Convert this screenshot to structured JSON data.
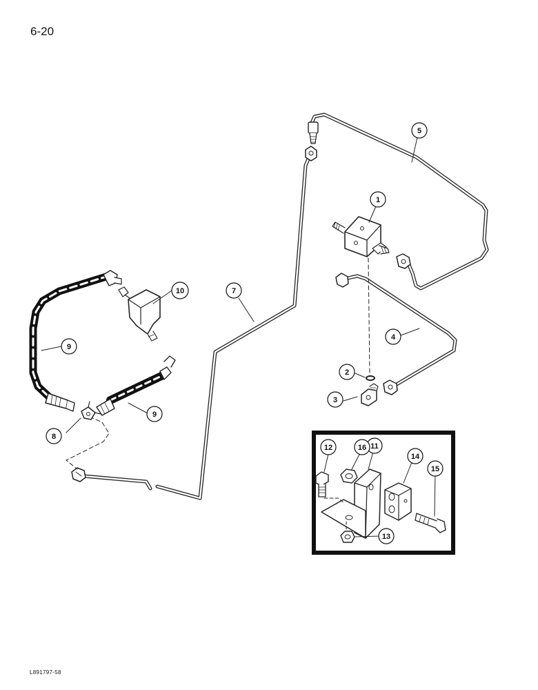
{
  "page_number": "6-20",
  "figure_ref": "L891797-58",
  "callouts": {
    "c1": "1",
    "c2": "2",
    "c3": "3",
    "c4": "4",
    "c5": "5",
    "c7": "7",
    "c8": "8",
    "c9a": "9",
    "c9b": "9",
    "c10": "10",
    "c11": "11",
    "c12": "12",
    "c13": "13",
    "c14": "14",
    "c15": "15",
    "c16": "16"
  }
}
